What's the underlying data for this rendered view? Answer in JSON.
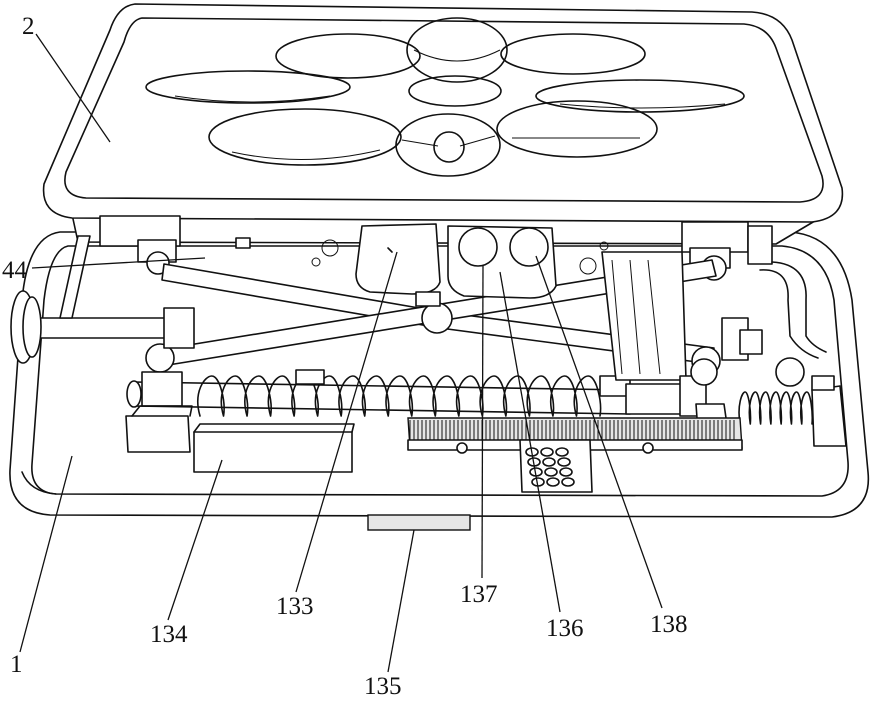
{
  "labels": {
    "l2": "2",
    "l44": "44",
    "l1": "1",
    "l134": "134",
    "l133": "133",
    "l135": "135",
    "l137": "137",
    "l136": "136",
    "l138": "138"
  }
}
